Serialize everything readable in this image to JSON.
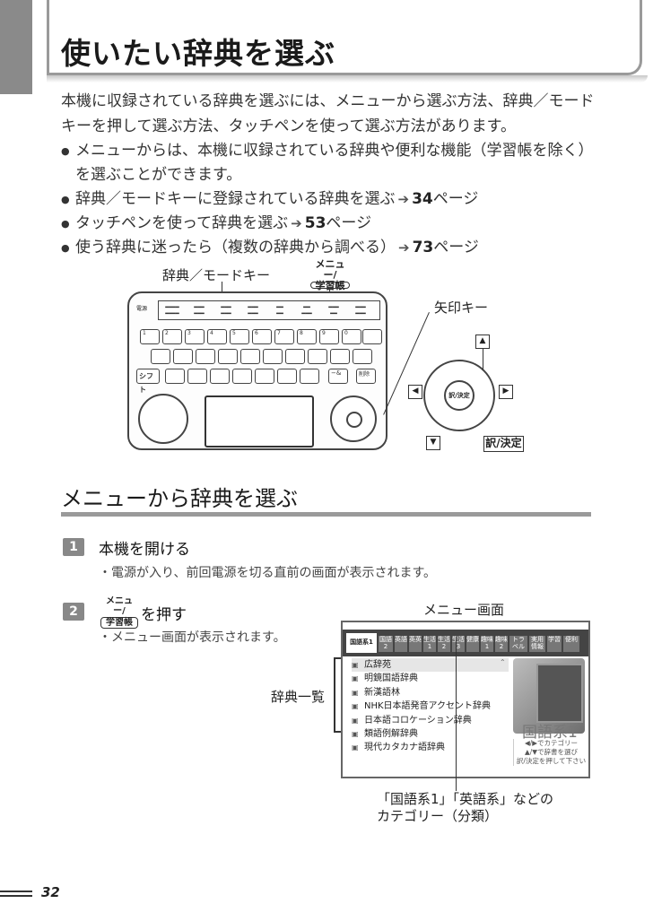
{
  "title": "使いたい辞典を選ぶ",
  "intro": "本機に収録されている辞典を選ぶには、メニューから選ぶ方法、辞典／モードキーを押して選ぶ方法、タッチペンを使って選ぶ方法があります。",
  "bullets": [
    {
      "text": "メニューからは、本機に収録されている辞典や便利な機能（学習帳を除く）を選ぶことができます。",
      "page": ""
    },
    {
      "text": "辞典／モードキーに登録されている辞典を選ぶ",
      "page": "34",
      "suffix": "ページ"
    },
    {
      "text": "タッチペンを使って辞典を選ぶ",
      "page": "53",
      "suffix": "ページ"
    },
    {
      "text": "使う辞典に迷ったら（複数の辞典から調べる）",
      "page": "73",
      "suffix": "ページ"
    }
  ],
  "figure1": {
    "label_dict_mode_key": "辞典／モードキー",
    "label_menu_key_top": "メニュー/",
    "label_menu_key_bottom": "学習帳",
    "label_arrow_key": "矢印キー",
    "label_ketei": "訳/決定",
    "inner_ring": "訳/決定"
  },
  "section": {
    "title": "メニューから辞典を選ぶ"
  },
  "steps": [
    {
      "num": "1",
      "text": "本機を開ける",
      "note": "・電源が入り、前回電源を切る直前の画面が表示されます。"
    },
    {
      "num": "2",
      "key_top": "メニュー/",
      "key_bottom": "学習帳",
      "text": "を押す",
      "note": "・メニュー画面が表示されます。"
    }
  ],
  "figure2": {
    "caption": "メニュー画面",
    "dict_list_label": "辞典一覧",
    "tabs": [
      "国語系1",
      "国語2",
      "英語",
      "英英",
      "生活1",
      "生活2",
      "生活3",
      "健康",
      "趣味1",
      "趣味2",
      "トラベル",
      "実用情報",
      "学習",
      "便利"
    ],
    "dictionaries": [
      "広辞苑",
      "明鏡国語辞典",
      "新漢語林",
      "NHK日本語発音アクセント辞典",
      "日本語コロケーション辞典",
      "類語例解辞典",
      "現代カタカナ語辞典"
    ],
    "category": "国語系1",
    "hint_line1": "◀/▶でカテゴリー",
    "hint_line2": "▲/▼で辞書を選び",
    "hint_line3": "訳/決定を押して下さい",
    "note_line1": "「国語系1」「英語系」などの",
    "note_line2": "カテゴリー（分類）"
  },
  "page_number": "32"
}
